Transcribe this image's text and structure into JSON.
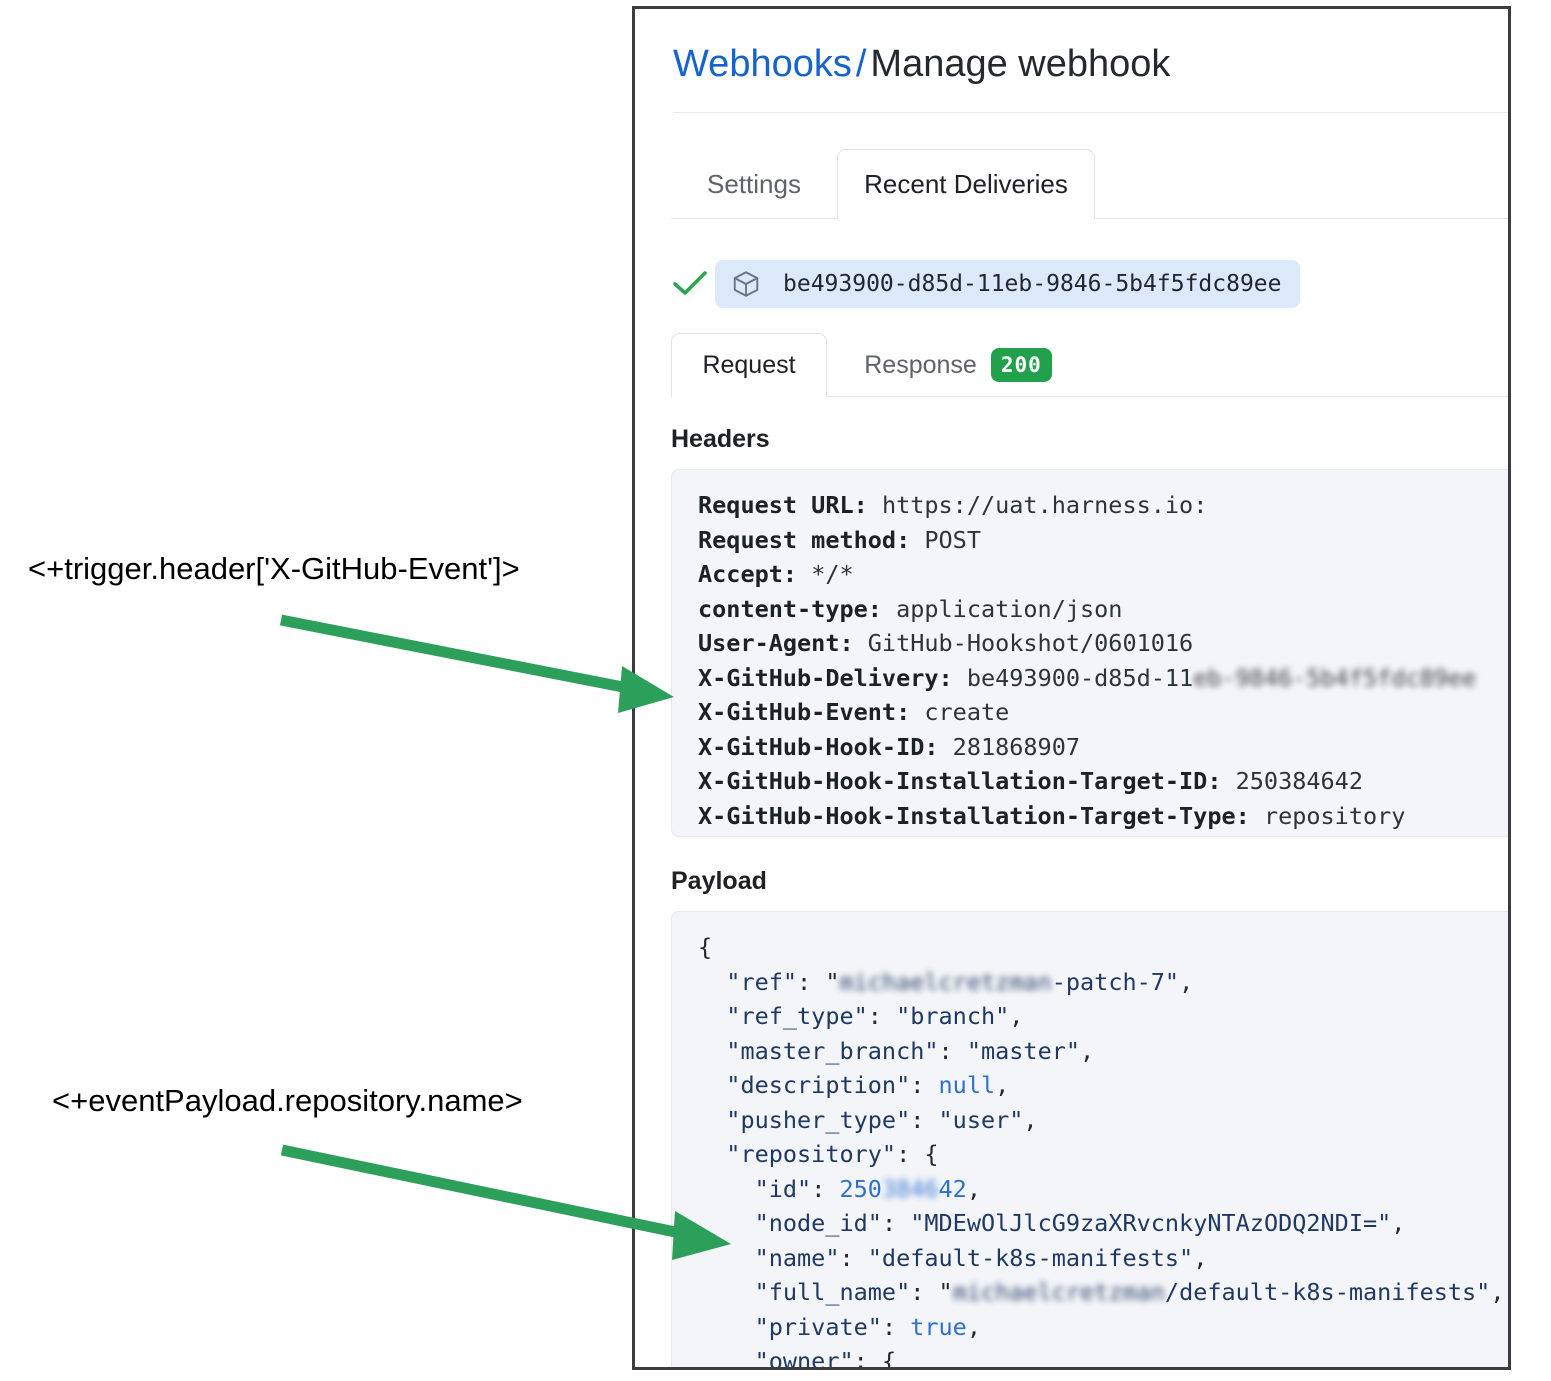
{
  "panel": {
    "breadcrumb": {
      "link": "Webhooks",
      "separator": "/",
      "current": "Manage webhook"
    },
    "outer_tabs": [
      {
        "label": "Settings",
        "active": false
      },
      {
        "label": "Recent Deliveries",
        "active": true
      }
    ],
    "delivery": {
      "status_icon": "check-icon",
      "status_color": "#2da44e",
      "package_icon": "cube-icon",
      "guid": "be493900-d85d-11eb-9846-5b4f5fdc89ee",
      "pill_color": "#dbe9fb"
    },
    "inner_tabs": [
      {
        "label": "Request",
        "active": true,
        "badge": null
      },
      {
        "label": "Response",
        "active": false,
        "badge": "200",
        "badge_color": "#21a14b"
      }
    ],
    "headers_section": {
      "label": "Headers",
      "rows": [
        {
          "key": "Request URL:",
          "value": "https://uat.harness.io:",
          "blurred_value": ""
        },
        {
          "key": "Request method:",
          "value": "POST",
          "blurred_value": ""
        },
        {
          "key": "Accept:",
          "value": "*/*",
          "blurred_value": ""
        },
        {
          "key": "content-type:",
          "value": "application/json",
          "blurred_value": ""
        },
        {
          "key": "User-Agent:",
          "value": "GitHub-Hookshot/0601016",
          "blurred_value": ""
        },
        {
          "key": "X-GitHub-Delivery:",
          "value": "be493900-d85d-11",
          "blurred_value": "eb-9846-5b4f5fdc89ee"
        },
        {
          "key": "X-GitHub-Event:",
          "value": "create",
          "blurred_value": ""
        },
        {
          "key": "X-GitHub-Hook-ID:",
          "value": "281868907",
          "blurred_value": ""
        },
        {
          "key": "X-GitHub-Hook-Installation-Target-ID:",
          "value": "250384642",
          "blurred_value": ""
        },
        {
          "key": "X-GitHub-Hook-Installation-Target-Type:",
          "value": "repository",
          "blurred_value": ""
        }
      ]
    },
    "payload_section": {
      "label": "Payload",
      "lines": [
        {
          "indent": 0,
          "open": "{"
        },
        {
          "indent": 1,
          "key": "\"ref\"",
          "blurred": "michaelcretzman",
          "value": "-patch-7\"",
          "prefix": ": \"",
          "suffix": ","
        },
        {
          "indent": 1,
          "key": "\"ref_type\"",
          "value": "\"branch\"",
          "type": "string",
          "suffix": ","
        },
        {
          "indent": 1,
          "key": "\"master_branch\"",
          "value": "\"master\"",
          "type": "string",
          "suffix": ","
        },
        {
          "indent": 1,
          "key": "\"description\"",
          "value": "null",
          "type": "literal",
          "suffix": ","
        },
        {
          "indent": 1,
          "key": "\"pusher_type\"",
          "value": "\"user\"",
          "type": "string",
          "suffix": ","
        },
        {
          "indent": 1,
          "key": "\"repository\"",
          "value": "{",
          "type": "open"
        },
        {
          "indent": 2,
          "key": "\"id\"",
          "value": "250",
          "blurred": "3846",
          "value2": "42",
          "type": "number",
          "suffix": ","
        },
        {
          "indent": 2,
          "key": "\"node_id\"",
          "value": "\"MDEwOlJlcG9zaXRvcnkyNTAzODQ2NDI=\"",
          "type": "string",
          "suffix": ","
        },
        {
          "indent": 2,
          "key": "\"name\"",
          "value": "\"default-k8s-manifests\"",
          "type": "string",
          "suffix": ","
        },
        {
          "indent": 2,
          "key": "\"full_name\"",
          "blurred": "michaelcretzman",
          "value": "/default-k8s-manifests\"",
          "prefix": ": \"",
          "suffix": ","
        },
        {
          "indent": 2,
          "key": "\"private\"",
          "value": "true",
          "type": "literal",
          "suffix": ","
        },
        {
          "indent": 2,
          "key": "\"owner\"",
          "value": "{",
          "type": "open"
        }
      ]
    }
  },
  "annotations": [
    {
      "id": "header-expression",
      "text": "<+trigger.header['X-GitHub-Event']>",
      "arrow_color": "#2ca05a",
      "points_at": "X-GitHub-Event header row"
    },
    {
      "id": "payload-expression",
      "text": "<+eventPayload.repository.name>",
      "arrow_color": "#2ca05a",
      "points_at": "repository name JSON key"
    }
  ]
}
